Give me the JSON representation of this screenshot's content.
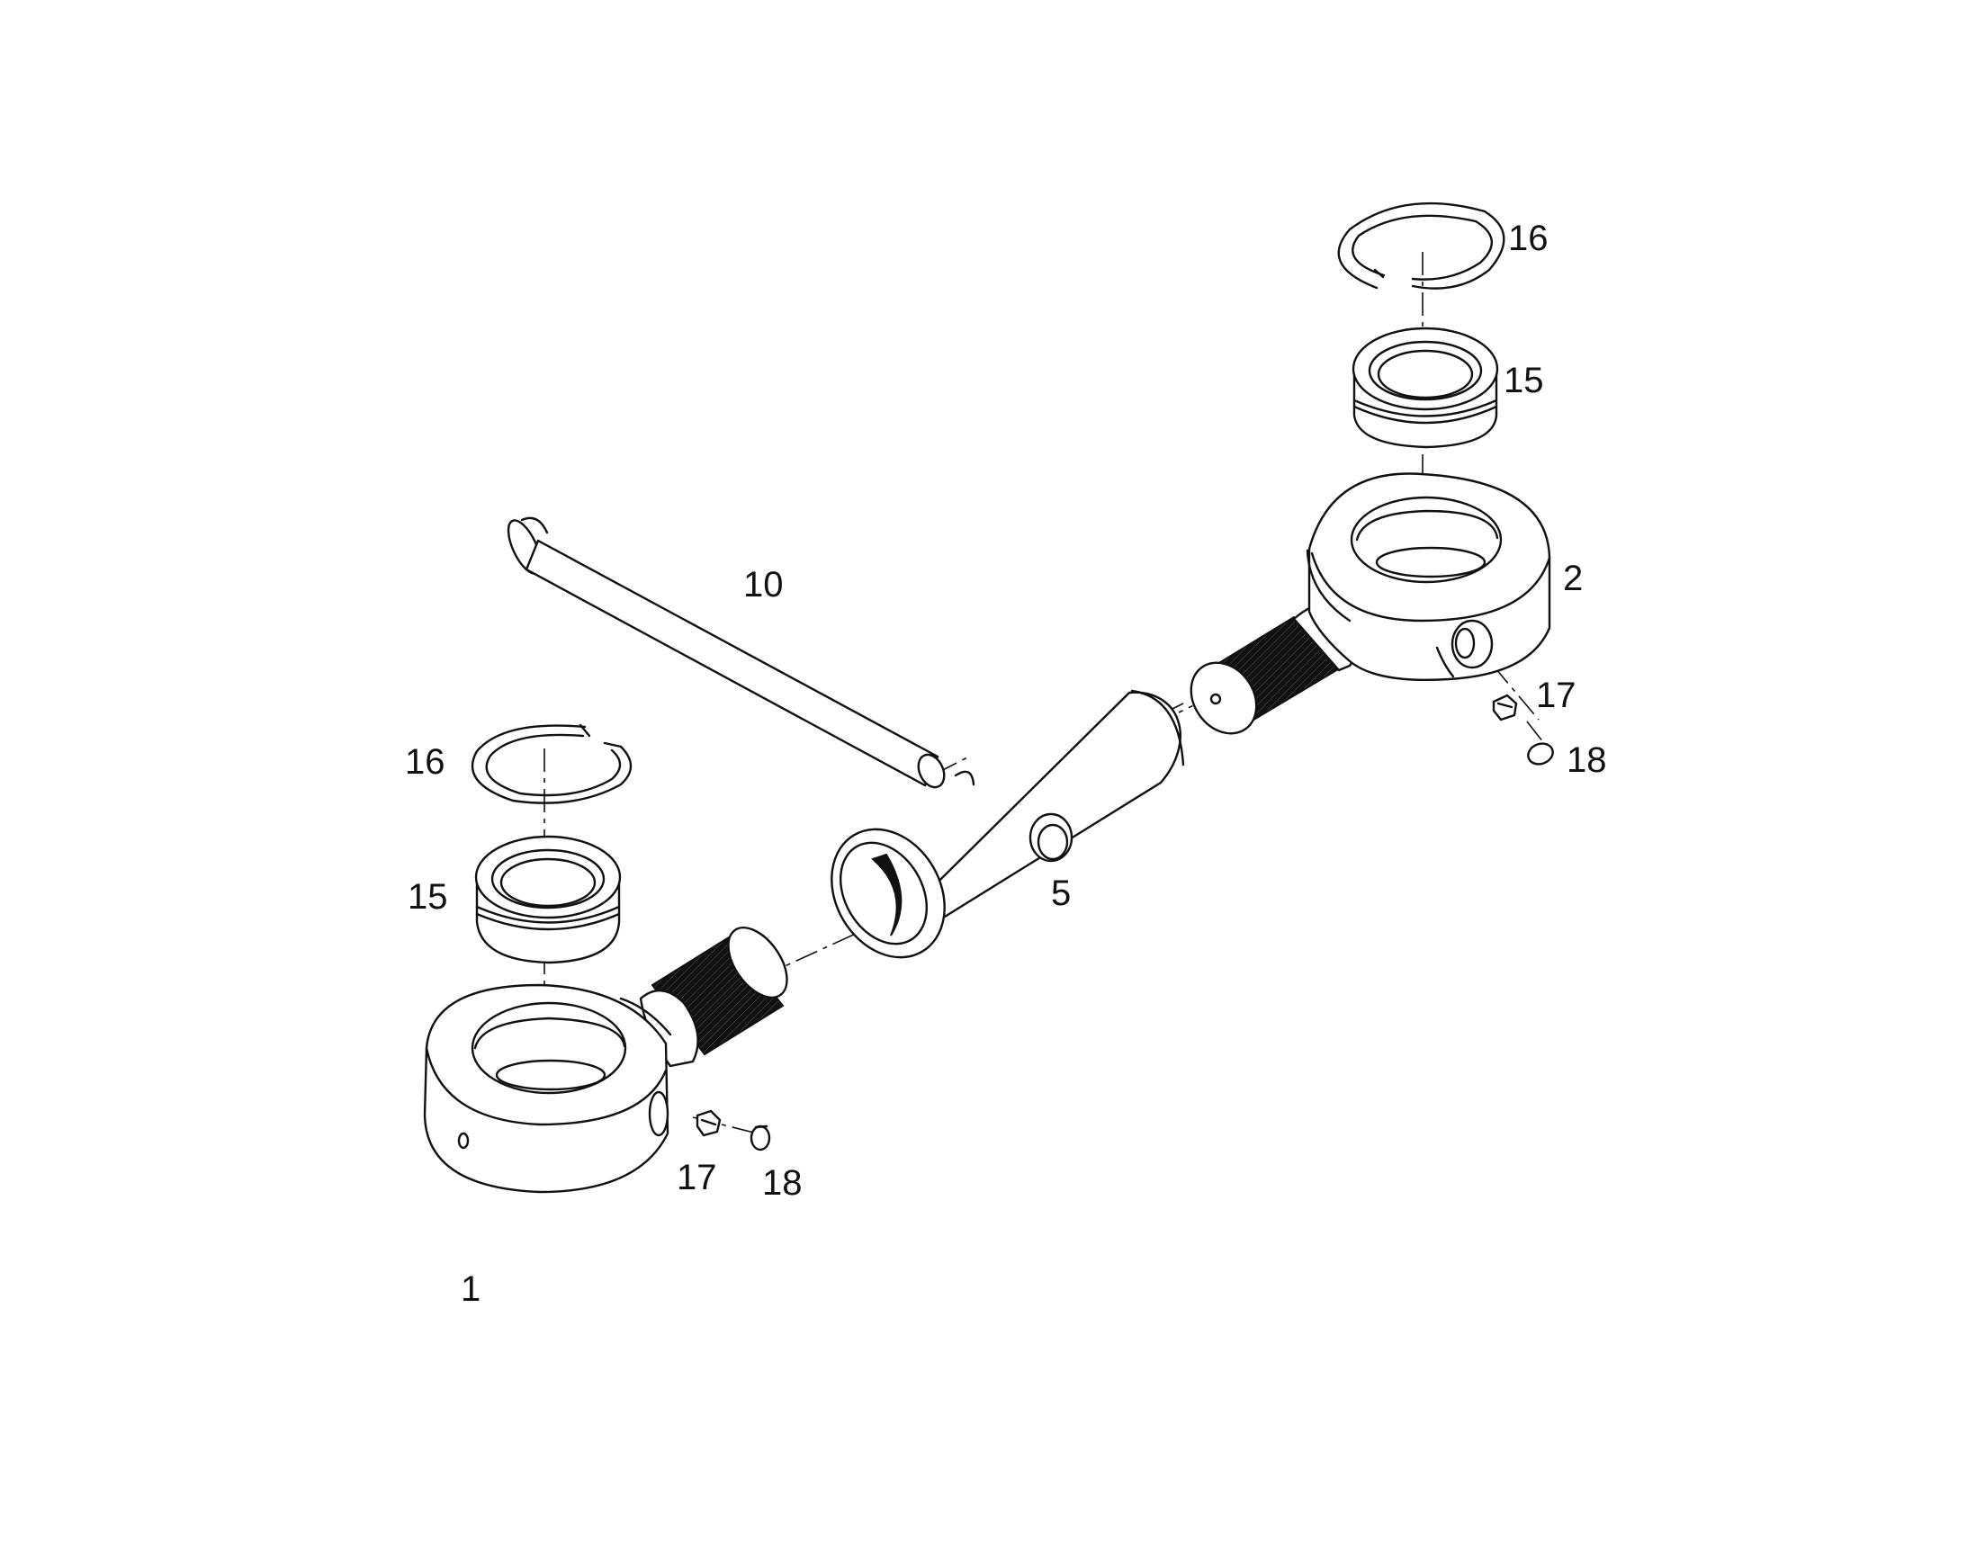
{
  "labels": {
    "l1": "1",
    "l2": "2",
    "l5": "5",
    "l10": "10",
    "l15_left": "15",
    "l15_right": "15",
    "l16_left": "16",
    "l16_right": "16",
    "l17_left": "17",
    "l17_right": "17",
    "l18_left": "18",
    "l18_right": "18"
  }
}
